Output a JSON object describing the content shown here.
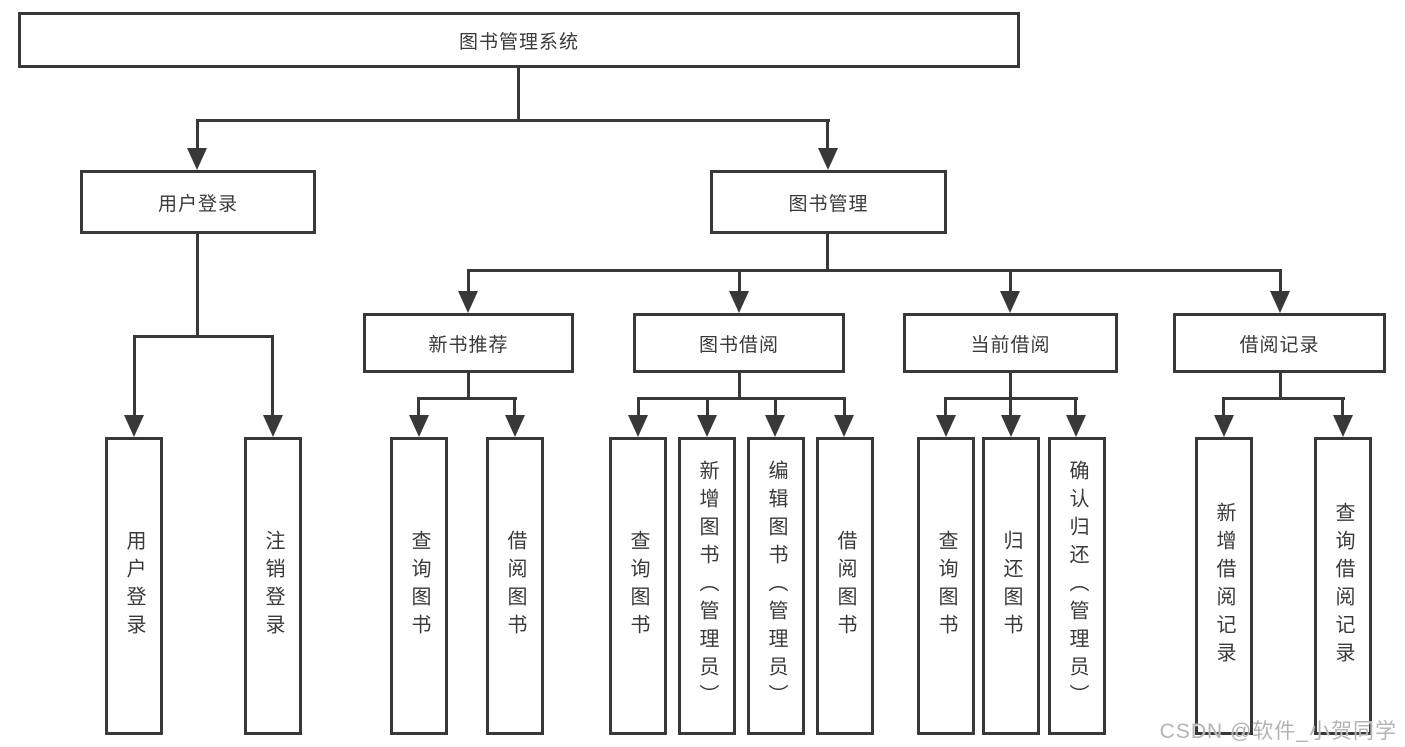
{
  "root": {
    "label": "图书管理系统"
  },
  "branches": [
    {
      "label": "用户登录",
      "children": [
        {
          "label": "用户登录"
        },
        {
          "label": "注销登录"
        }
      ]
    },
    {
      "label": "图书管理",
      "sections": [
        {
          "label": "新书推荐",
          "children": [
            {
              "label": "查询图书"
            },
            {
              "label": "借阅图书"
            }
          ]
        },
        {
          "label": "图书借阅",
          "children": [
            {
              "label": "查询图书"
            },
            {
              "label": "新增图书（管理员）"
            },
            {
              "label": "编辑图书（管理员）"
            },
            {
              "label": "借阅图书"
            }
          ]
        },
        {
          "label": "当前借阅",
          "children": [
            {
              "label": "查询图书"
            },
            {
              "label": "归还图书"
            },
            {
              "label": "确认归还（管理员）"
            }
          ]
        },
        {
          "label": "借阅记录",
          "children": [
            {
              "label": "新增借阅记录"
            },
            {
              "label": "查询借阅记录"
            }
          ]
        }
      ]
    }
  ],
  "watermark": "CSDN @软件_小贺同学",
  "colors": {
    "line": "#383838",
    "box_border": "#383838",
    "box_background": "#ffffff",
    "text": "#3a3a3a",
    "watermark": "#b4b4b4",
    "page_background": "#ffffff"
  }
}
